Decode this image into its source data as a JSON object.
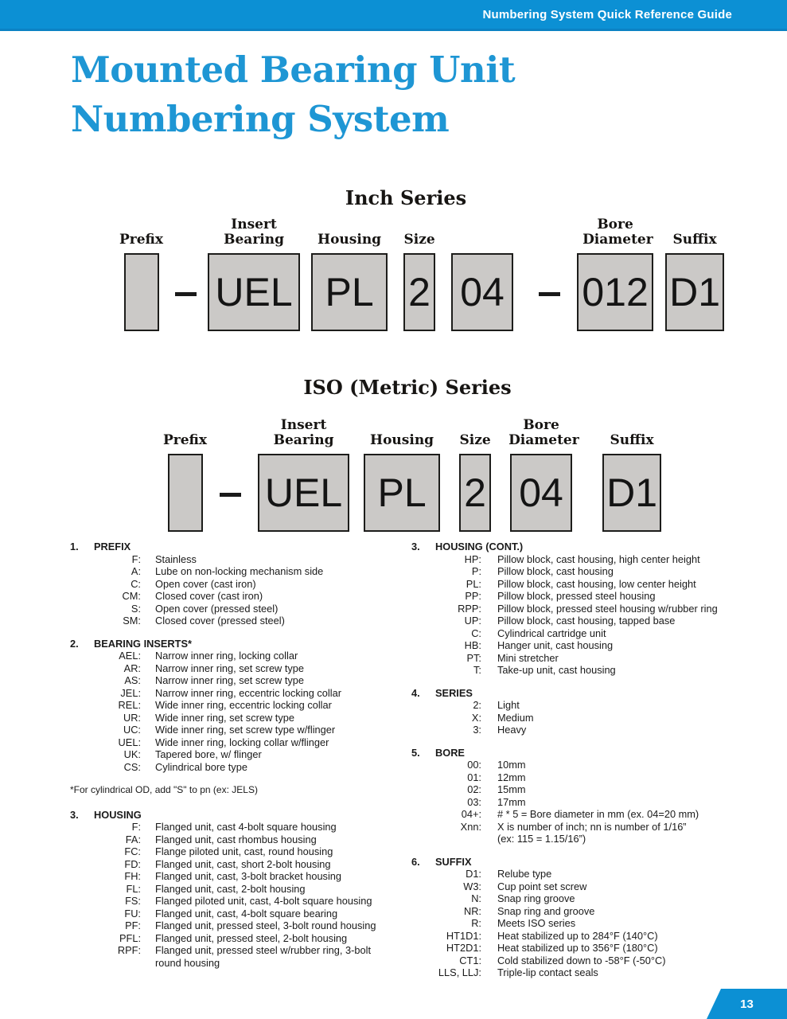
{
  "colors": {
    "brand_blue": "#0c90d4",
    "title_blue": "#1e96d4",
    "box_fill": "#cbc9c7",
    "box_border": "#1d1d1b"
  },
  "header": {
    "title": "Numbering System Quick Reference Guide"
  },
  "title": {
    "line1": "Mounted Bearing Unit",
    "line2": "Numbering System"
  },
  "inch": {
    "title": "Inch Series",
    "slots": [
      {
        "label": "Prefix",
        "value": ""
      },
      {
        "label": "Insert Bearing",
        "value": "UEL"
      },
      {
        "label": "Housing",
        "value": "PL"
      },
      {
        "label": "Size",
        "value": "2"
      },
      {
        "label": "",
        "value": "04"
      },
      {
        "label": "Bore Diameter",
        "value": "012"
      },
      {
        "label": "Suffix",
        "value": "D1"
      }
    ]
  },
  "iso": {
    "title": "ISO (Metric) Series",
    "slots": [
      {
        "label": "Prefix",
        "value": ""
      },
      {
        "label": "Insert Bearing",
        "value": "UEL"
      },
      {
        "label": "Housing",
        "value": "PL"
      },
      {
        "label": "Size",
        "value": "2"
      },
      {
        "label": "Bore Diameter",
        "value": "04"
      },
      {
        "label": "Suffix",
        "value": "D1"
      }
    ]
  },
  "sections": {
    "prefix": {
      "num": "1.",
      "title": "PREFIX",
      "items": [
        {
          "code": "F:",
          "desc": "Stainless"
        },
        {
          "code": "A:",
          "desc": "Lube on non-locking mechanism side"
        },
        {
          "code": "C:",
          "desc": "Open cover (cast iron)"
        },
        {
          "code": "CM:",
          "desc": "Closed cover (cast iron)"
        },
        {
          "code": "S:",
          "desc": "Open cover (pressed steel)"
        },
        {
          "code": "SM:",
          "desc": "Closed cover (pressed steel)"
        }
      ]
    },
    "inserts": {
      "num": "2.",
      "title": "BEARING INSERTS*",
      "items": [
        {
          "code": "AEL:",
          "desc": "Narrow inner ring, locking collar"
        },
        {
          "code": "AR:",
          "desc": "Narrow inner ring, set screw type"
        },
        {
          "code": "AS:",
          "desc": "Narrow inner ring, set screw type"
        },
        {
          "code": "JEL:",
          "desc": "Narrow inner ring, eccentric locking collar"
        },
        {
          "code": "REL:",
          "desc": "Wide inner ring, eccentric locking collar"
        },
        {
          "code": "UR:",
          "desc": "Wide inner ring, set screw type"
        },
        {
          "code": "UC:",
          "desc": "Wide inner ring, set screw type w/flinger"
        },
        {
          "code": "UEL:",
          "desc": "Wide inner ring, locking collar w/flinger"
        },
        {
          "code": "UK:",
          "desc": "Tapered bore,  w/ flinger"
        },
        {
          "code": "CS:",
          "desc": "Cylindrical bore type"
        }
      ],
      "note": "*For cylindrical OD, add \"S\" to pn (ex: JELS)"
    },
    "housing": {
      "num": "3.",
      "title": "HOUSING",
      "items": [
        {
          "code": "F:",
          "desc": "Flanged unit, cast 4-bolt square housing"
        },
        {
          "code": "FA:",
          "desc": "Flanged unit, cast rhombus housing"
        },
        {
          "code": "FC:",
          "desc": "Flange piloted unit, cast, round housing"
        },
        {
          "code": "FD:",
          "desc": "Flanged unit, cast, short 2-bolt housing"
        },
        {
          "code": "FH:",
          "desc": "Flanged unit, cast, 3-bolt bracket housing"
        },
        {
          "code": "FL:",
          "desc": "Flanged unit, cast, 2-bolt housing"
        },
        {
          "code": "FS:",
          "desc": "Flanged piloted unit, cast, 4-bolt square housing"
        },
        {
          "code": "FU:",
          "desc": "Flanged unit, cast, 4-bolt square bearing"
        },
        {
          "code": "PF:",
          "desc": "Flanged unit, pressed steel, 3-bolt round housing"
        },
        {
          "code": "PFL:",
          "desc": "Flanged unit, pressed steel, 2-bolt housing"
        },
        {
          "code": "RPF:",
          "desc": "Flanged unit, pressed steel w/rubber ring, 3-bolt\nround housing"
        }
      ]
    },
    "housing_cont": {
      "num": "3.",
      "title": "HOUSING (CONT.)",
      "items": [
        {
          "code": "HP:",
          "desc": "Pillow block, cast housing, high center height"
        },
        {
          "code": "P:",
          "desc": "Pillow block, cast housing"
        },
        {
          "code": "PL:",
          "desc": "Pillow block, cast housing, low center height"
        },
        {
          "code": "PP:",
          "desc": "Pillow block, pressed steel housing"
        },
        {
          "code": "RPP:",
          "desc": "Pillow block, pressed steel housing w/rubber ring"
        },
        {
          "code": "UP:",
          "desc": "Pillow block, cast housing, tapped base"
        },
        {
          "code": "C:",
          "desc": "Cylindrical cartridge unit"
        },
        {
          "code": "HB:",
          "desc": "Hanger unit, cast housing"
        },
        {
          "code": "PT:",
          "desc": "Mini stretcher"
        },
        {
          "code": "T:",
          "desc": "Take-up unit, cast housing"
        }
      ]
    },
    "series": {
      "num": "4.",
      "title": "SERIES",
      "items": [
        {
          "code": "2:",
          "desc": "Light"
        },
        {
          "code": "X:",
          "desc": "Medium"
        },
        {
          "code": "3:",
          "desc": "Heavy"
        }
      ]
    },
    "bore": {
      "num": "5.",
      "title": "BORE",
      "items": [
        {
          "code": "00:",
          "desc": "10mm"
        },
        {
          "code": "01:",
          "desc": "12mm"
        },
        {
          "code": "02:",
          "desc": "15mm"
        },
        {
          "code": "03:",
          "desc": "17mm"
        },
        {
          "code": "04+:",
          "desc": "# * 5 = Bore diameter in mm (ex. 04=20 mm)"
        },
        {
          "code": "Xnn:",
          "desc": "X is number of inch; nn is number of 1/16”\n(ex: 115 = 1.15/16”)"
        }
      ]
    },
    "suffix": {
      "num": "6.",
      "title": "SUFFIX",
      "items": [
        {
          "code": "D1:",
          "desc": "Relube type"
        },
        {
          "code": "W3:",
          "desc": "Cup point set screw"
        },
        {
          "code": "N:",
          "desc": "Snap ring groove"
        },
        {
          "code": "NR:",
          "desc": "Snap ring and groove"
        },
        {
          "code": "R:",
          "desc": "Meets ISO series"
        },
        {
          "code": "HT1D1:",
          "desc": "Heat stabilized up to 284°F (140°C)"
        },
        {
          "code": "HT2D1:",
          "desc": "Heat stabilized up to 356°F (180°C)"
        },
        {
          "code": "CT1:",
          "desc": "Cold stabilized down to -58°F (-50°C)"
        },
        {
          "code": "LLS, LLJ:",
          "desc": "Triple-lip contact seals"
        }
      ]
    }
  },
  "footer": {
    "page_number": "13"
  }
}
